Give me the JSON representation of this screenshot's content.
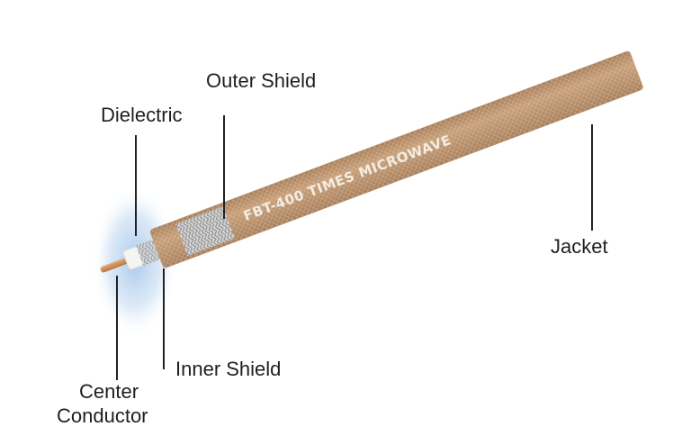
{
  "labels": {
    "outer_shield": "Outer Shield",
    "dielectric": "Dielectric",
    "jacket": "Jacket",
    "inner_shield": "Inner Shield",
    "center_conductor_line1": "Center",
    "center_conductor_line2": "Conductor"
  },
  "cable_print": "FBT-400 TIMES MICROWAVE",
  "colors": {
    "jacket": "#b88f68",
    "conductor": "#c98a55",
    "dielectric": "#f4f4f2",
    "shield": "#c8c8c8",
    "glow": "#9fc3ea"
  }
}
